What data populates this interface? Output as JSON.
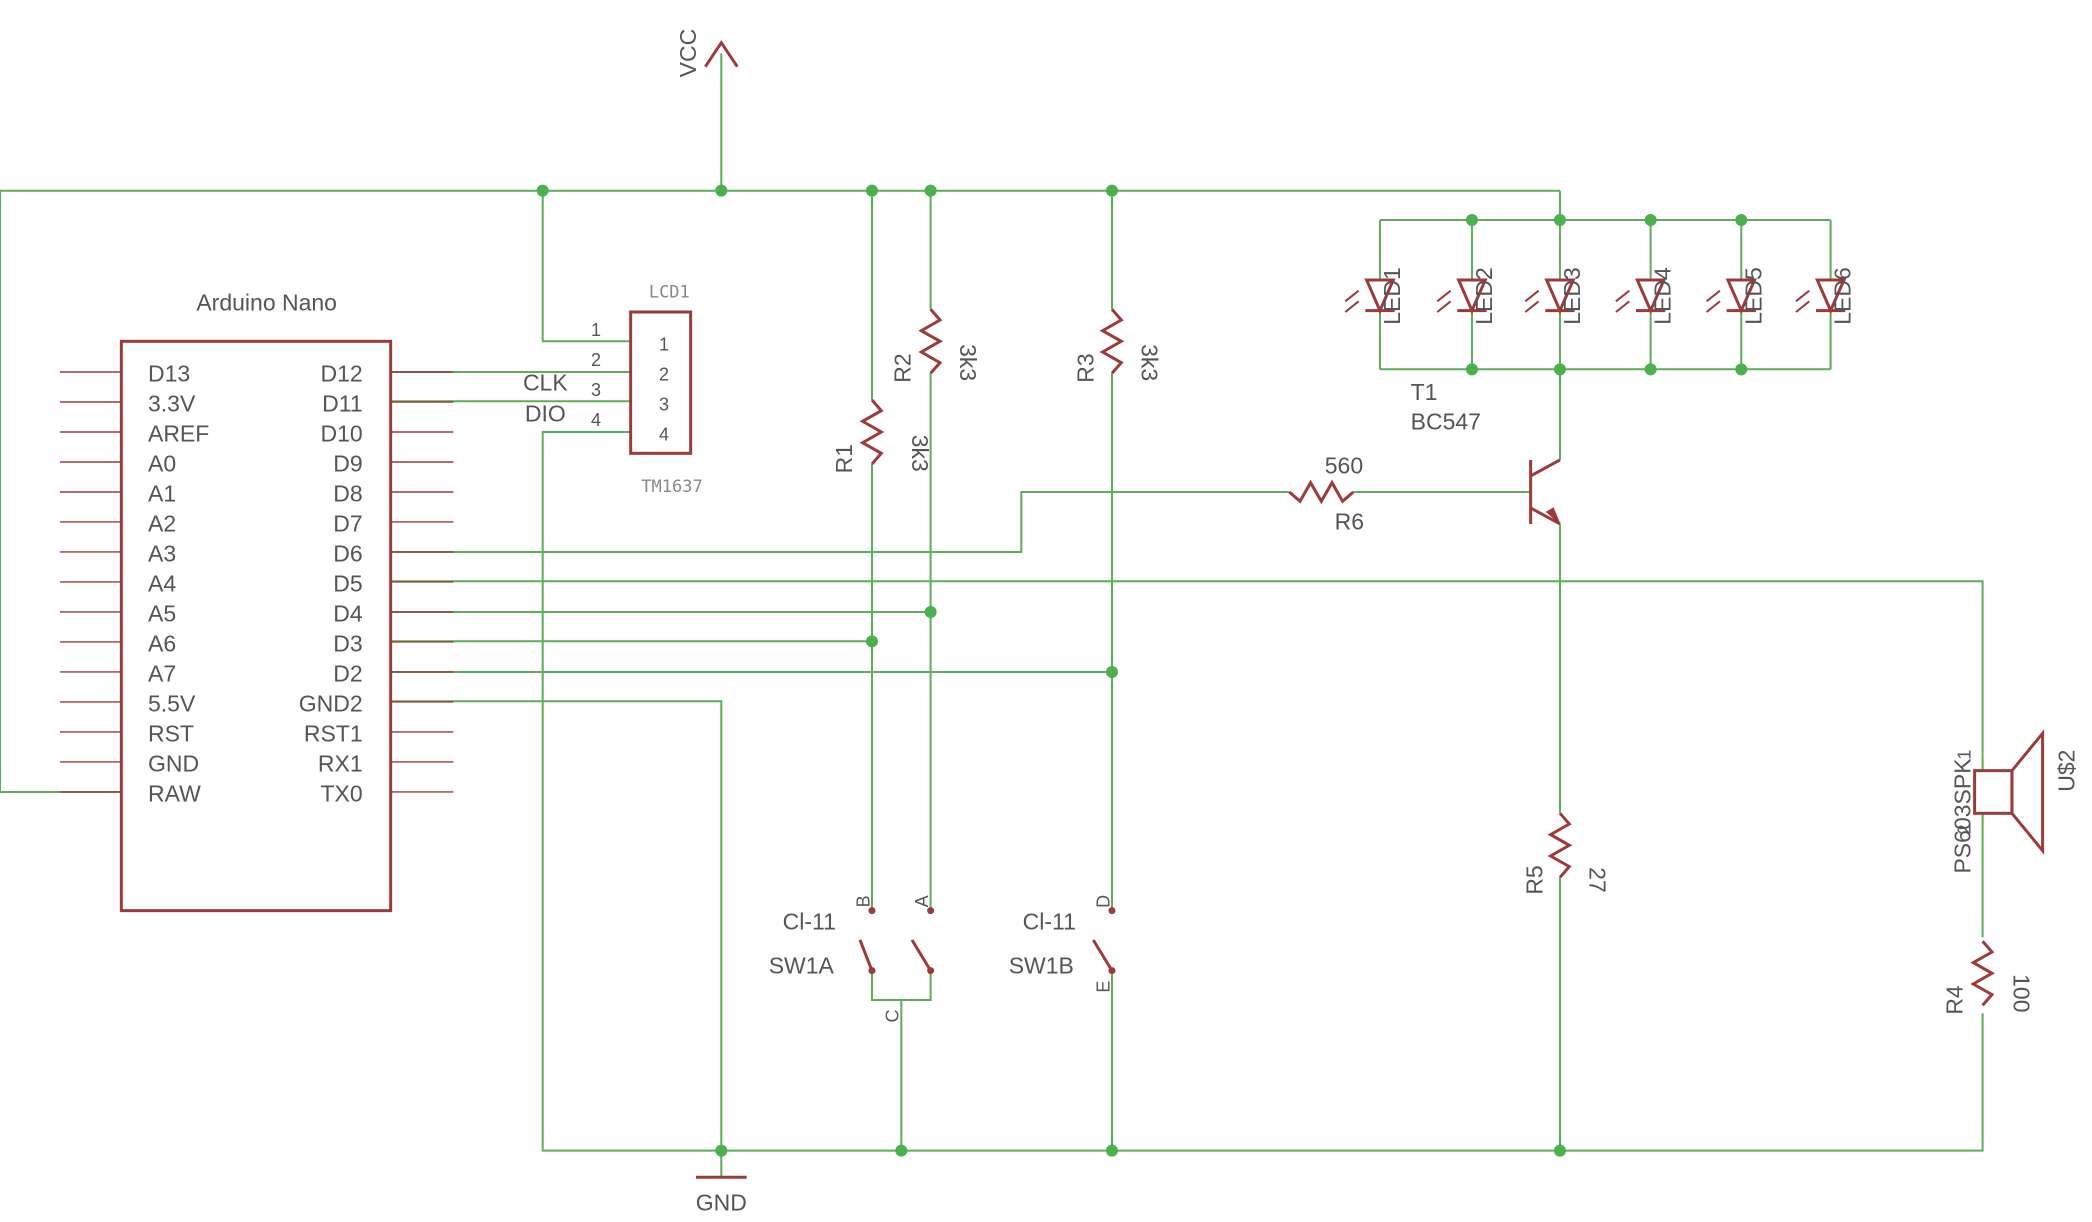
{
  "power": {
    "vcc": "VCC",
    "gnd": "GND"
  },
  "mcu": {
    "name": "Arduino Nano",
    "left_pins": [
      "D13",
      "3.3V",
      "AREF",
      "A0",
      "A1",
      "A2",
      "A3",
      "A4",
      "A5",
      "A6",
      "A7",
      "5.5V",
      "RST",
      "GND",
      "RAW"
    ],
    "right_pins": [
      "D12",
      "D11",
      "D10",
      "D9",
      "D8",
      "D7",
      "D6",
      "D5",
      "D4",
      "D3",
      "D2",
      "GND2",
      "RST1",
      "RX1",
      "TX0"
    ]
  },
  "display": {
    "name": "LCD1",
    "value": "TM1637",
    "pins": [
      "1",
      "2",
      "3",
      "4"
    ],
    "outer_pins": [
      "1",
      "2",
      "3",
      "4"
    ],
    "net_labels": [
      "CLK",
      "DIO"
    ]
  },
  "resistors": [
    {
      "name": "R1",
      "value": "3k3"
    },
    {
      "name": "R2",
      "value": "3k3"
    },
    {
      "name": "R3",
      "value": "3k3"
    },
    {
      "name": "R4",
      "value": "100"
    },
    {
      "name": "R5",
      "value": "27"
    },
    {
      "name": "R6",
      "value": "560"
    }
  ],
  "leds": [
    "LED1",
    "LED2",
    "LED3",
    "LED4",
    "LED5",
    "LED6"
  ],
  "transistor": {
    "name": "T1",
    "value": "BC547"
  },
  "switches": [
    {
      "name": "SW1A",
      "value": "Cl-11",
      "pins": [
        "B",
        "A",
        "C"
      ]
    },
    {
      "name": "SW1B",
      "value": "Cl-11",
      "pins": [
        "D",
        "E"
      ]
    }
  ],
  "speaker": {
    "name": "U$2",
    "value": "PS603SPK",
    "pins": [
      "1",
      "2"
    ]
  },
  "colors": {
    "wire": "#5cad5c",
    "junction": "#4caf50",
    "component": "#9b3b3b",
    "text": "#555555"
  }
}
